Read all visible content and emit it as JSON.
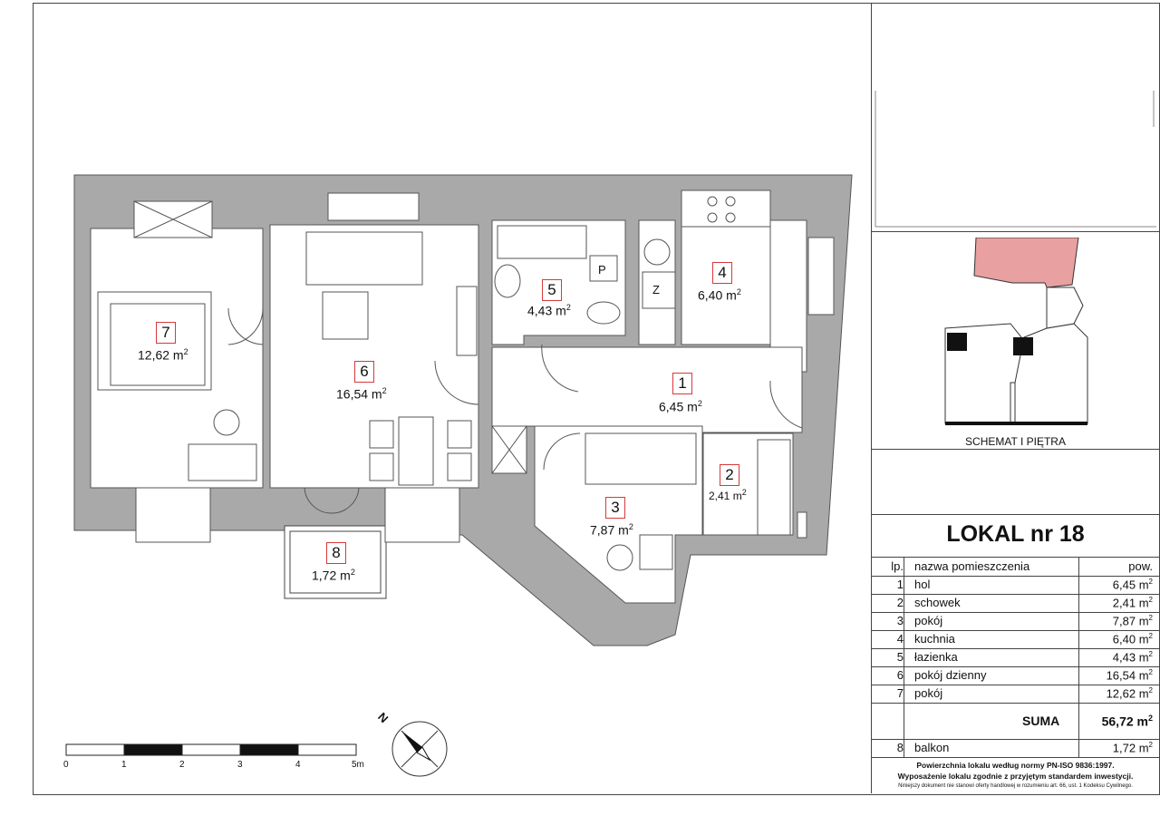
{
  "rooms": [
    {
      "id": "room-1",
      "num": "1",
      "area": "6,45 m",
      "unit": "2"
    },
    {
      "id": "room-2",
      "num": "2",
      "area": "2,41 m",
      "unit": "2"
    },
    {
      "id": "room-3",
      "num": "3",
      "area": "7,87 m",
      "unit": "2"
    },
    {
      "id": "room-4",
      "num": "4",
      "area": "6,40 m",
      "unit": "2"
    },
    {
      "id": "room-5",
      "num": "5",
      "area": "4,43 m",
      "unit": "2"
    },
    {
      "id": "room-6",
      "num": "6",
      "area": "16,54 m",
      "unit": "2"
    },
    {
      "id": "room-7",
      "num": "7",
      "area": "12,62 m",
      "unit": "2"
    },
    {
      "id": "room-8",
      "num": "8",
      "area": "1,72 m",
      "unit": "2"
    }
  ],
  "fixtures": {
    "p_label": "P",
    "z_label": "Z"
  },
  "scale_bar": {
    "ticks": [
      "0",
      "1",
      "2",
      "3",
      "4",
      "5m"
    ]
  },
  "compass": {
    "north_label": "N"
  },
  "schema_caption": "SCHEMAT I PIĘTRA",
  "title": "LOKAL nr 18",
  "table": {
    "headers": {
      "lp": "lp.",
      "name": "nazwa pomieszczenia",
      "area": "pow."
    },
    "rows": [
      {
        "lp": "1",
        "name": "hol",
        "area": "6,45 m",
        "unit": "2"
      },
      {
        "lp": "2",
        "name": "schowek",
        "area": "2,41 m",
        "unit": "2"
      },
      {
        "lp": "3",
        "name": "pokój",
        "area": "7,87 m",
        "unit": "2"
      },
      {
        "lp": "4",
        "name": "kuchnia",
        "area": "6,40 m",
        "unit": "2"
      },
      {
        "lp": "5",
        "name": "łazienka",
        "area": "4,43 m",
        "unit": "2"
      },
      {
        "lp": "6",
        "name": "pokój dzienny",
        "area": "16,54 m",
        "unit": "2"
      },
      {
        "lp": "7",
        "name": "pokój",
        "area": "12,62 m",
        "unit": "2"
      }
    ],
    "sum_label": "SUMA",
    "sum_value": "56,72 m",
    "sum_unit": "2",
    "balcony": {
      "lp": "8",
      "name": "balkon",
      "area": "1,72 m",
      "unit": "2"
    }
  },
  "notes": {
    "line1": "Powierzchnia lokalu według normy PN-ISO 9836:1997.",
    "line2": "Wyposażenie lokalu zgodnie z przyjętym standardem inwestycji.",
    "line3": "Niniejszy dokument nie stanowi oferty handlowej w rozumieniu art. 66, ust. 1 Kodeksu Cywilnego."
  },
  "colors": {
    "wall": "#a9a9a9",
    "marker": "#d43a3a",
    "schema_fill": "#e8a0a0"
  }
}
